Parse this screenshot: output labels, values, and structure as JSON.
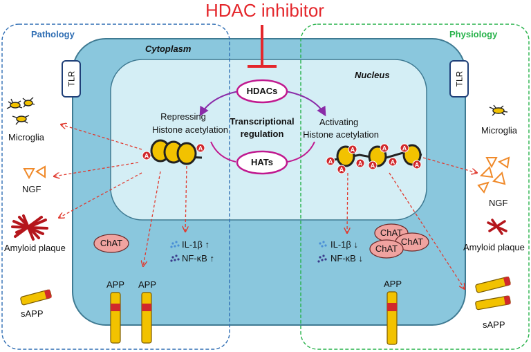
{
  "title": "HDAC inhibitor",
  "sections": {
    "pathology": "Pathology",
    "physiology": "Physiology"
  },
  "regions": {
    "cytoplasm": "Cytoplasm",
    "nucleus": "Nucleus"
  },
  "receptor": "TLR",
  "center": {
    "hdacs": "HDACs",
    "hats": "HATs",
    "regulation_line1": "Transcriptional",
    "regulation_line2": "regulation",
    "repressing_line1": "Repressing",
    "repressing_line2": "Histone acetylation",
    "activating_line1": "Activating",
    "activating_line2": "Histone acetylation"
  },
  "left": {
    "microglia": "Microglia",
    "ngf": "NGF",
    "amyloid": "Amyloid plaque",
    "chat": "ChAT",
    "il1b": "IL-1β ↑",
    "nfkb": "NF-κB ↑",
    "app1": "APP",
    "app2": "APP",
    "sapp": "sAPP"
  },
  "right": {
    "microglia": "Microglia",
    "ngf": "NGF",
    "amyloid": "Amyloid plaque",
    "chat1": "ChAT",
    "chat2": "ChAT",
    "chat3": "ChAT",
    "il1b": "IL-1β ↓",
    "nfkb": "NF-κB ↓",
    "app": "APP",
    "sapp": "sAPP"
  },
  "acetyl_mark": "A",
  "colors": {
    "cell": "#8ac7dd",
    "nucleus": "#d4eef5",
    "inhibitor": "#e4262b",
    "pathology": "#2e6db3",
    "physiology": "#27b24a",
    "arrow": "#e03a2f",
    "enzyme_ring": "#c0198f",
    "nucleosome": "#f2c200",
    "chat_fill": "#f0a3a0",
    "app_fill": "#f2c200",
    "app_band": "#d0282c"
  }
}
